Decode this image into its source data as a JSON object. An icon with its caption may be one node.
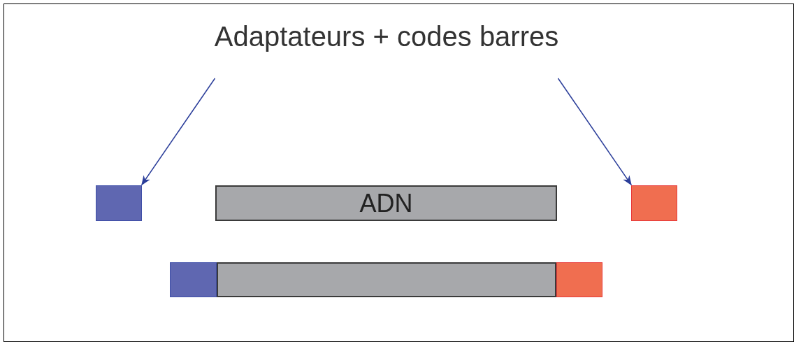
{
  "diagram": {
    "nodes": [
      {
        "text": [
          "Adaptateurs + codes barres"
        ]
      },
      {
        "text": [],
        "shape": "box"
      },
      {
        "text": [
          "ADN"
        ]
      },
      {
        "text": [],
        "shape": "box"
      },
      {
        "text": [],
        "shape": "box"
      },
      {
        "text": [],
        "shape": "box"
      },
      {
        "text": [],
        "shape": "box"
      }
    ],
    "edges": [
      {
        "from": 0,
        "to": 1,
        "arrow": "to"
      },
      {
        "from": 0,
        "to": 3,
        "arrow": "to"
      }
    ]
  }
}
